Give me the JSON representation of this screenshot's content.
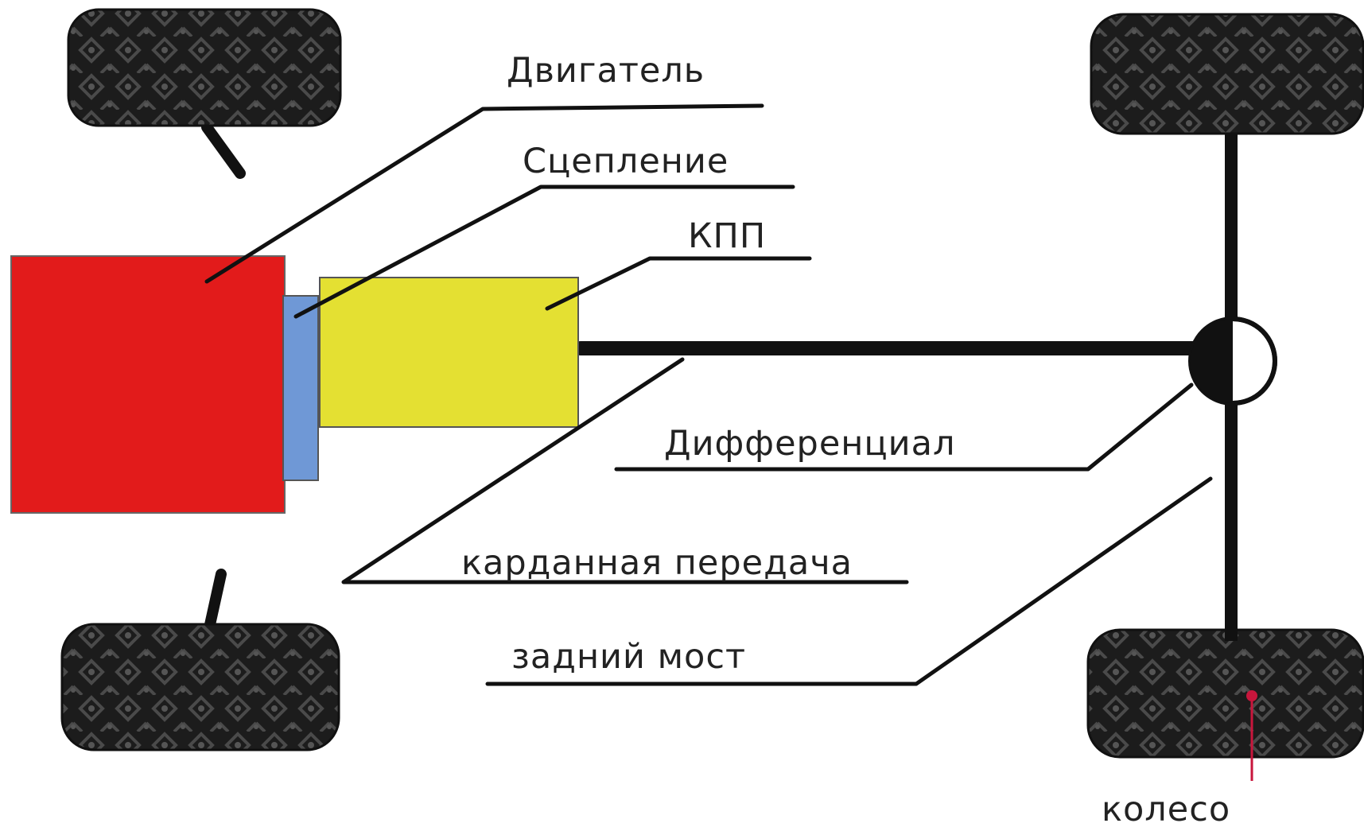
{
  "diagram": {
    "labels": {
      "engine": "Двигатель",
      "clutch": "Сцепление",
      "gearbox": "КПП",
      "differential": "Дифференциал",
      "driveshaft": "карданная передача",
      "rear_axle": "задний мост",
      "wheel": "колесо"
    },
    "colors": {
      "engine": "#e21b1b",
      "clutch": "#6f98d6",
      "gearbox": "#e4e032",
      "lines": "#111111",
      "wheel_pointer": "#c8163c",
      "tire": "#1c1c1c"
    }
  }
}
